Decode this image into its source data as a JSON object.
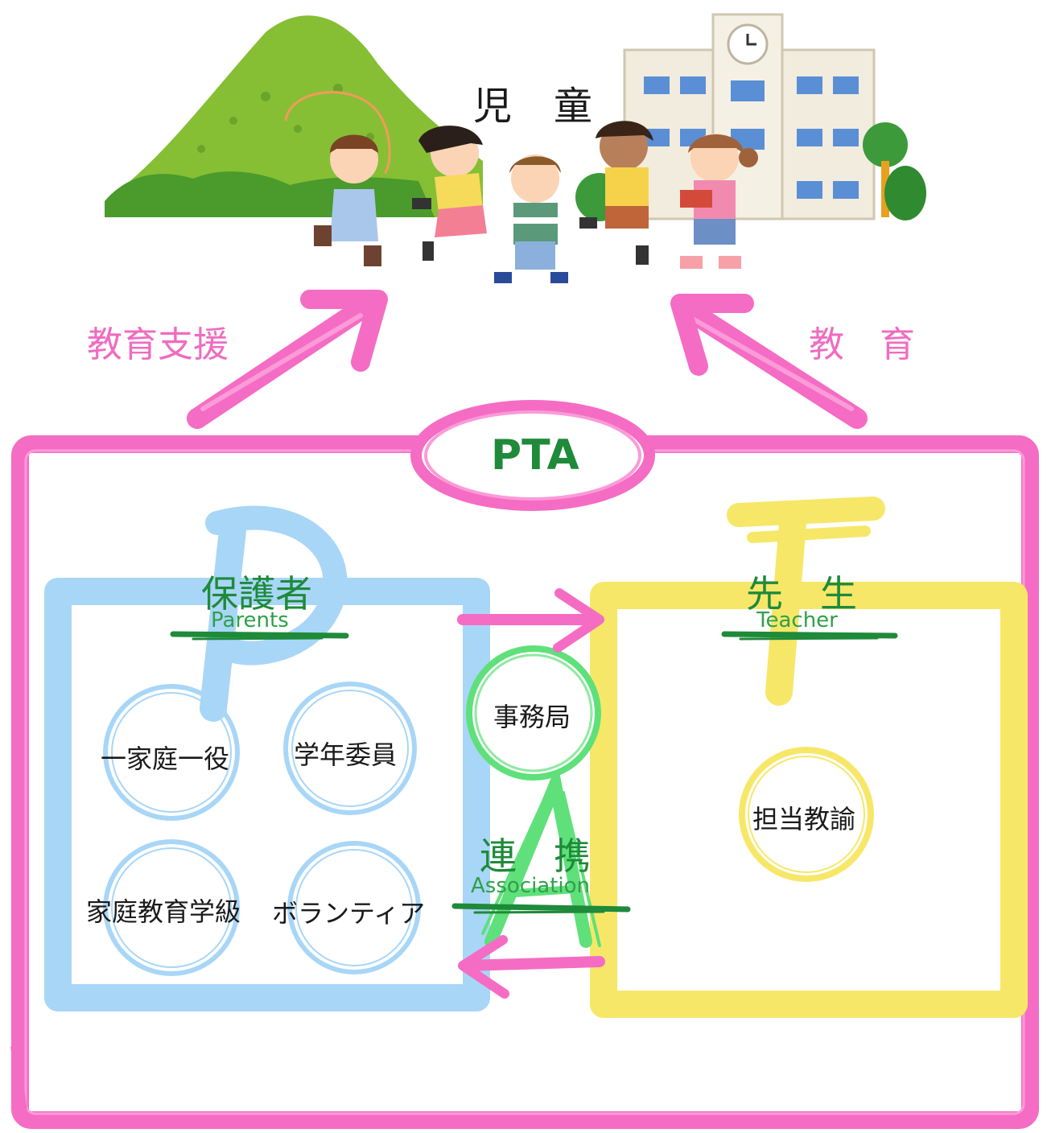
{
  "children": {
    "label": "児　童"
  },
  "arrows": {
    "left_label": "教育支援",
    "right_label": "教　育"
  },
  "pta": {
    "label": "PTA"
  },
  "parents": {
    "title": "保護者",
    "subtitle": "Parents",
    "groups": [
      "一家庭一役",
      "学年委員",
      "家庭教育学級",
      "ボランティア"
    ]
  },
  "teachers": {
    "title": "先　生",
    "subtitle": "Teacher",
    "groups": [
      "担当教諭"
    ]
  },
  "center": {
    "office": "事務局",
    "title": "連　携",
    "subtitle": "Association"
  },
  "colors": {
    "pink": "#f56cc4",
    "blue": "#a8d6f7",
    "yellow": "#f7e768",
    "green": "#5fe07a",
    "dark_green": "#1e8a3a"
  }
}
